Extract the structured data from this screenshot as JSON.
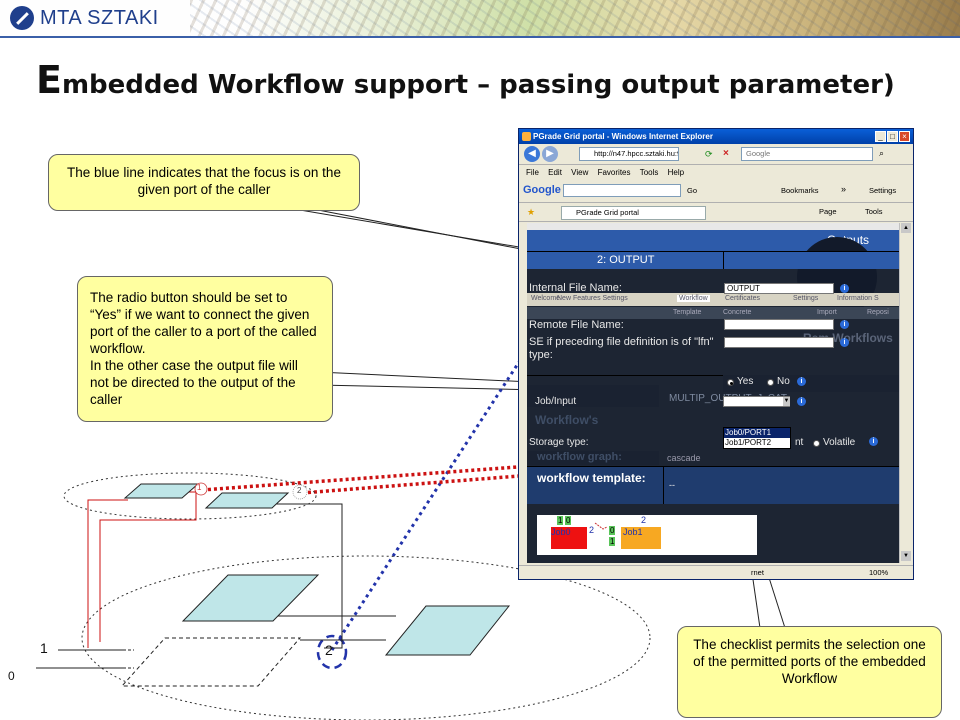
{
  "header": {
    "logo_text": "MTA SZTAKI",
    "title_first_letter": "E",
    "title_rest": "mbedded Workflow support – passing output parameter)"
  },
  "callouts": {
    "focus_note": "The blue line indicates that the focus is on the given port of the caller",
    "radio_note": "The radio button should be set to “Yes” if we want to connect the given port of the caller to a port of the called workflow.\nIn the other case the output file will not be directed to the output of the caller",
    "checklist_note": "The checklist permits the selection one of the permitted ports of the embedded Workflow"
  },
  "browser": {
    "window_title": "PGrade Grid portal - Windows Internet Explorer",
    "address": "http://n47.hpcc.sztaki.hu:9",
    "search_placeholder": "Google",
    "menu": [
      "File",
      "Edit",
      "View",
      "Favorites",
      "Tools",
      "Help"
    ],
    "google_bar": {
      "go": "Go",
      "bookmarks": "Bookmarks",
      "more": "»",
      "settings": "Settings"
    },
    "tab_label": "PGrade Grid portal",
    "tab_tools": {
      "page": "Page",
      "tools": "Tools"
    },
    "status_zone": "rnet",
    "zoom": "100%"
  },
  "portal": {
    "outputs_heading": "Outputs",
    "port_header": "2: OUTPUT",
    "internal_file_label": "Internal File Name:",
    "internal_file_value": "OUTPUT",
    "remote_file_label": "Remote File Name:",
    "se_label": "SE if preceding file definition is of \"lfn\" type:",
    "radio_yes": "Yes",
    "radio_no": "No",
    "job_input_label": "Job/Input",
    "job_input_bg_value": "MULTIP_OUTPUT_J_CAT",
    "dropdown_options": [
      "Job0/PORT1",
      "Job1/PORT2"
    ],
    "dropdown_selected": "Job0/PORT1",
    "workflows_label": "Workflow's",
    "storage_label": "Storage type:",
    "storage_options": [
      "nt",
      "Volatile"
    ],
    "workflow_graph_label": "workflow graph:",
    "graph_value": "cascade",
    "workflow_template_label": "workflow template:",
    "template_value": "--",
    "bg_tabs": [
      "Welcome",
      "New Features Settings",
      "Workflow",
      "Certificates",
      "Settings",
      "Information S"
    ],
    "bg_sub_tabs": [
      "Template",
      "Concrete",
      "Import",
      "Reposi"
    ],
    "bg_heading": "Rem Workflows",
    "mini_jobs": [
      {
        "name": "Job0",
        "ports_in": "1",
        "ports_out": "0",
        "color": "#ee1111"
      },
      {
        "name": "Job1",
        "ports_in": "0",
        "ports_out": "1",
        "color": "#f7a822"
      }
    ],
    "mini_port_labels": [
      "2",
      "2",
      "1"
    ]
  },
  "diagram": {
    "small_ports": [
      "1",
      "2"
    ],
    "big_port": "2",
    "left_labels": [
      "1",
      "0"
    ]
  }
}
